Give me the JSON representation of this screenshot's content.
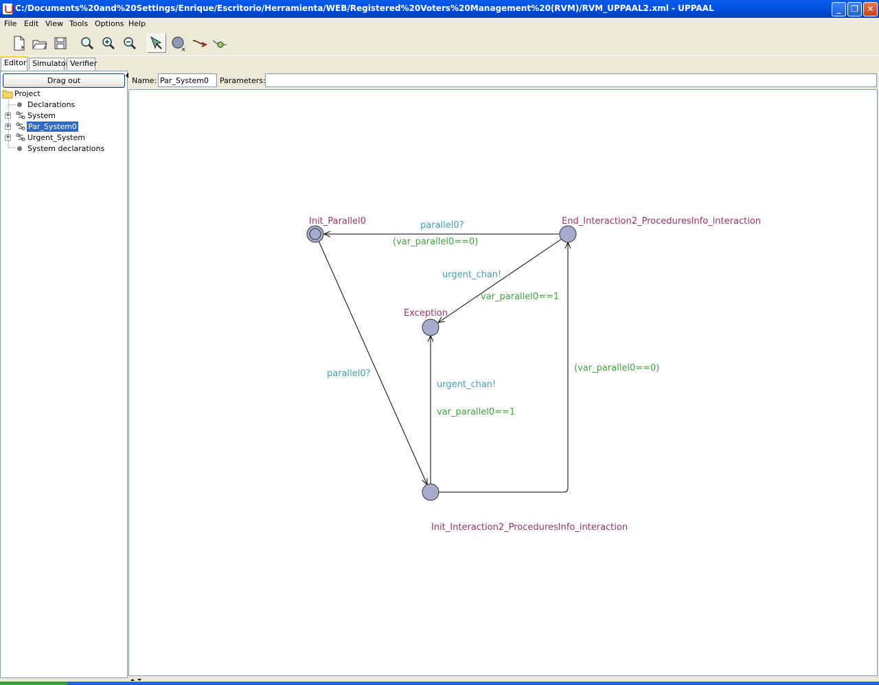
{
  "window": {
    "title": "C:/Documents%20and%20Settings/Enrique/Escritorio/Herramienta/WEB/Registered%20Voters%20Management%20(RVM)/RVM_UPPAAL2.xml - UPPAAL"
  },
  "menu": [
    "File",
    "Edit",
    "View",
    "Tools",
    "Options",
    "Help"
  ],
  "toolbar": [
    "new-document-icon",
    "open-folder-icon",
    "save-icon",
    "zoom-fit-icon",
    "zoom-in-icon",
    "zoom-out-icon",
    "select-tool-icon",
    "add-location-icon",
    "add-edge-icon",
    "add-nail-icon"
  ],
  "tabs": {
    "editor": "Editor",
    "simulator": "Simulator",
    "verifier": "Verifier"
  },
  "sidebar": {
    "drag_out": "Drag out",
    "tree": {
      "root": "Project",
      "items": [
        "Declarations",
        "System",
        "Par_System0",
        "Urgent_System",
        "System declarations"
      ]
    }
  },
  "template": {
    "name_label": "Name:",
    "name_value": "Par_System0",
    "params_label": "Parameters:",
    "params_value": ""
  },
  "automaton": {
    "locations": {
      "init": "Init_Parallel0",
      "end": "End_Interaction2_ProceduresInfo_interaction",
      "exception": "Exception",
      "interaction": "Init_Interaction2_ProceduresInfo_interaction"
    },
    "edges": {
      "end_to_init": {
        "sync": "parallel0?",
        "guard": "(var_parallel0==0)"
      },
      "end_to_exception": {
        "sync": "urgent_chan!",
        "guard": "var_parallel0==1"
      },
      "init_to_interaction": {
        "sync": "parallel0?"
      },
      "interaction_to_exception": {
        "sync": "urgent_chan!",
        "guard": "var_parallel0==1"
      },
      "interaction_to_end": {
        "guard": "(var_parallel0==0)"
      }
    }
  },
  "colors": {
    "location_label": "#993366",
    "sync_label": "#3d9fb5",
    "guard_label": "#3da33d",
    "location_fill": "#a6adcc"
  }
}
